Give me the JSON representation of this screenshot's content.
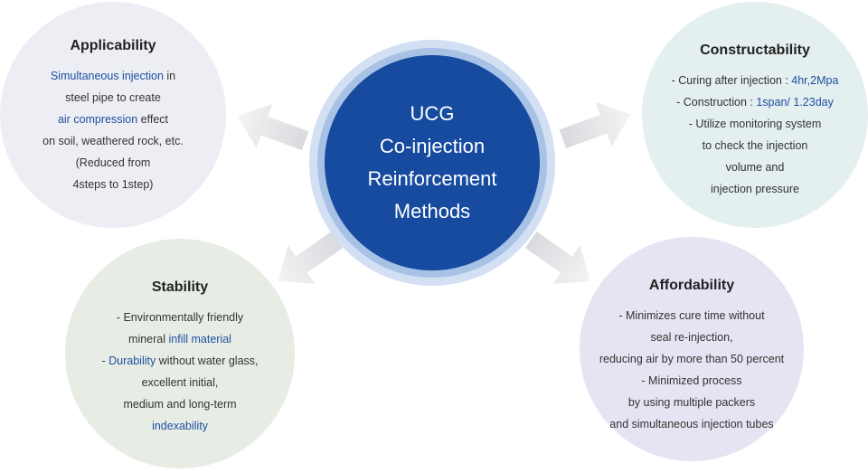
{
  "center": {
    "lines": [
      "UCG",
      "Co-injection",
      "Reinforcement",
      "Methods"
    ],
    "color": "#164b9f"
  },
  "applicability": {
    "title": "Applicability",
    "lines": [
      [
        {
          "t": "Simultaneous injection",
          "hl": true
        },
        {
          "t": " in",
          "hl": false
        }
      ],
      [
        {
          "t": "steel pipe to create",
          "hl": false
        }
      ],
      [
        {
          "t": "air compression",
          "hl": true
        },
        {
          "t": " effect",
          "hl": false
        }
      ],
      [
        {
          "t": "on soil, weathered rock, etc.",
          "hl": false
        }
      ],
      [
        {
          "t": "(Reduced from",
          "hl": false
        }
      ],
      [
        {
          "t": "4steps to 1step)",
          "hl": false
        }
      ]
    ]
  },
  "constructability": {
    "title": "Constructability",
    "lines": [
      [
        {
          "t": "- Curing after injection : ",
          "hl": false
        },
        {
          "t": "4hr,2Mpa",
          "hl": true
        }
      ],
      [
        {
          "t": "- Construction : ",
          "hl": false
        },
        {
          "t": "1span/ 1.23day",
          "hl": true
        }
      ],
      [
        {
          "t": "- Utilize monitoring system",
          "hl": false
        }
      ],
      [
        {
          "t": "to check the injection",
          "hl": false
        }
      ],
      [
        {
          "t": "volume and",
          "hl": false
        }
      ],
      [
        {
          "t": "injection pressure",
          "hl": false
        }
      ]
    ]
  },
  "stability": {
    "title": "Stability",
    "lines": [
      [
        {
          "t": "- Environmentally friendly",
          "hl": false
        }
      ],
      [
        {
          "t": "mineral ",
          "hl": false
        },
        {
          "t": "infill material",
          "hl": true
        }
      ],
      [
        {
          "t": "- ",
          "hl": false
        },
        {
          "t": "Durability",
          "hl": true
        },
        {
          "t": " without water glass,",
          "hl": false
        }
      ],
      [
        {
          "t": "excellent initial,",
          "hl": false
        }
      ],
      [
        {
          "t": "medium and long-term",
          "hl": false
        }
      ],
      [
        {
          "t": "indexability",
          "hl": true
        }
      ]
    ]
  },
  "affordability": {
    "title": "Affordability",
    "lines": [
      [
        {
          "t": "- Minimizes cure time without",
          "hl": false
        }
      ],
      [
        {
          "t": "seal re-injection,",
          "hl": false
        }
      ],
      [
        {
          "t": "reducing air by more than 50 percent",
          "hl": false
        }
      ],
      [
        {
          "t": "- Minimized process",
          "hl": false
        }
      ],
      [
        {
          "t": "by using multiple packers",
          "hl": false
        }
      ],
      [
        {
          "t": "and simultaneous injection tubes",
          "hl": false
        }
      ]
    ]
  },
  "colors": {
    "highlight": "#1f4fa3",
    "arrow": "#e2e3e6"
  }
}
